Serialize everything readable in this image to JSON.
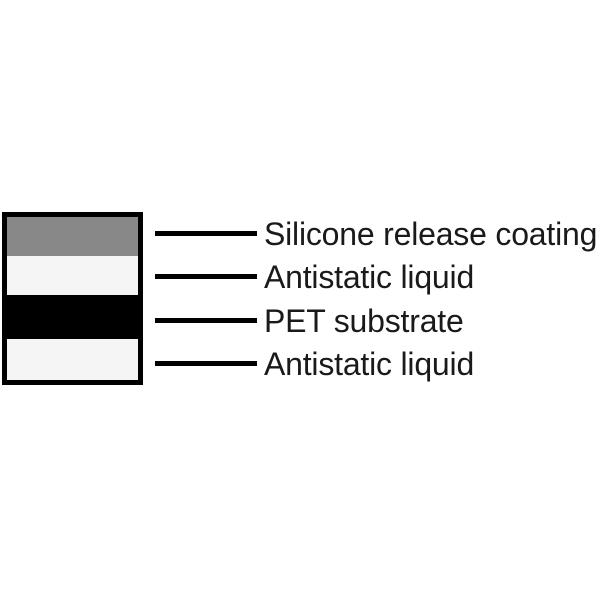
{
  "diagram": {
    "type": "layered-film-cross-section",
    "stack": {
      "layers": [
        {
          "id": "silicone-release-coating",
          "label": "Silicone release coating",
          "color": "#888888",
          "thickness_ratio": 41
        },
        {
          "id": "antistatic-liquid-top",
          "label": "Antistatic liquid",
          "color": "#f5f5f5",
          "thickness_ratio": 42
        },
        {
          "id": "pet-substrate",
          "label": "PET substrate",
          "color": "#000000",
          "thickness_ratio": 47
        },
        {
          "id": "antistatic-liquid-bottom",
          "label": "Antistatic liquid",
          "color": "#f5f5f5",
          "thickness_ratio": 43
        }
      ],
      "border_color": "#000000"
    },
    "leader_line_color": "#000000",
    "background_color": "#ffffff",
    "text_color": "#1a1a1a"
  }
}
